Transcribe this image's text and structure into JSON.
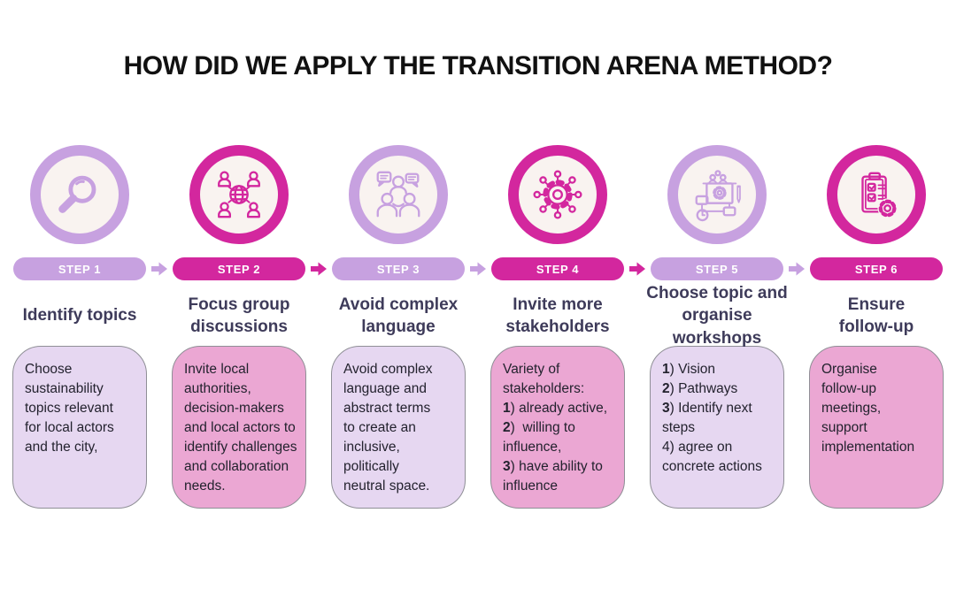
{
  "heading": "HOW DID WE APPLY THE TRANSITION ARENA METHOD?",
  "colors": {
    "purple": "#c7a1e0",
    "magenta": "#d3279e",
    "boxlav": "#e6d7f1",
    "boxpink": "#eba7d3",
    "iconbg": "#f9f3f0",
    "titletext": "#3e3b5a",
    "bodytext": "#23222e",
    "headingtext": "#111111",
    "boxborder": "#8f8f96"
  },
  "steps": [
    {
      "badge": "STEP 1",
      "icon": "magnifier-icon",
      "title": "Identify topics",
      "body": [
        [
          {
            "t": "Choose"
          }
        ],
        [
          {
            "t": "sustainability"
          }
        ],
        [
          {
            "t": "topics relevant"
          }
        ],
        [
          {
            "t": "for local actors"
          }
        ],
        [
          {
            "t": "and the city,"
          }
        ]
      ]
    },
    {
      "badge": "STEP 2",
      "icon": "focus-group-network-icon",
      "title": "Focus group\ndiscussions",
      "body": [
        [
          {
            "t": "Invite local"
          }
        ],
        [
          {
            "t": "authorities,"
          }
        ],
        [
          {
            "t": "decision-makers"
          }
        ],
        [
          {
            "t": "and local actors to"
          }
        ],
        [
          {
            "t": "identify challenges"
          }
        ],
        [
          {
            "t": "and collaboration"
          }
        ],
        [
          {
            "t": "needs."
          }
        ]
      ]
    },
    {
      "badge": "STEP 3",
      "icon": "discussion-icon",
      "title": "Avoid complex\nlanguage",
      "body": [
        [
          {
            "t": "Avoid complex"
          }
        ],
        [
          {
            "t": "language and"
          }
        ],
        [
          {
            "t": "abstract terms"
          }
        ],
        [
          {
            "t": "to create an"
          }
        ],
        [
          {
            "t": "inclusive,"
          }
        ],
        [
          {
            "t": "politically"
          }
        ],
        [
          {
            "t": "neutral space."
          }
        ]
      ]
    },
    {
      "badge": "STEP 4",
      "icon": "stakeholder-network-gear-icon",
      "title": "Invite more\nstakeholders",
      "body": [
        [
          {
            "t": "Variety of"
          }
        ],
        [
          {
            "t": "stakeholders:"
          }
        ],
        [
          {
            "t": "1",
            "b": true
          },
          {
            "t": ") already active,"
          }
        ],
        [
          {
            "t": "2",
            "b": true
          },
          {
            "t": ")  willing to"
          }
        ],
        [
          {
            "t": "influence,"
          }
        ],
        [
          {
            "t": "3",
            "b": true
          },
          {
            "t": ") have ability to"
          }
        ],
        [
          {
            "t": "influence"
          }
        ]
      ]
    },
    {
      "badge": "STEP 5",
      "icon": "workshop-planning-icon",
      "title": "Choose topic and\norganise workshops",
      "body": [
        [
          {
            "t": "1",
            "b": true
          },
          {
            "t": ") Vision"
          }
        ],
        [
          {
            "t": "2",
            "b": true
          },
          {
            "t": ") Pathways"
          }
        ],
        [
          {
            "t": "3",
            "b": true
          },
          {
            "t": ") Identify next"
          }
        ],
        [
          {
            "t": "steps"
          }
        ],
        [
          {
            "t": "4) agree on"
          }
        ],
        [
          {
            "t": "concrete actions"
          }
        ]
      ]
    },
    {
      "badge": "STEP 6",
      "icon": "checklist-gear-icon",
      "title": "Ensure\nfollow-up",
      "body": [
        [
          {
            "t": "Organise"
          }
        ],
        [
          {
            "t": "follow-up"
          }
        ],
        [
          {
            "t": "meetings,"
          }
        ],
        [
          {
            "t": "support"
          }
        ],
        [
          {
            "t": "implementation"
          }
        ]
      ]
    }
  ]
}
